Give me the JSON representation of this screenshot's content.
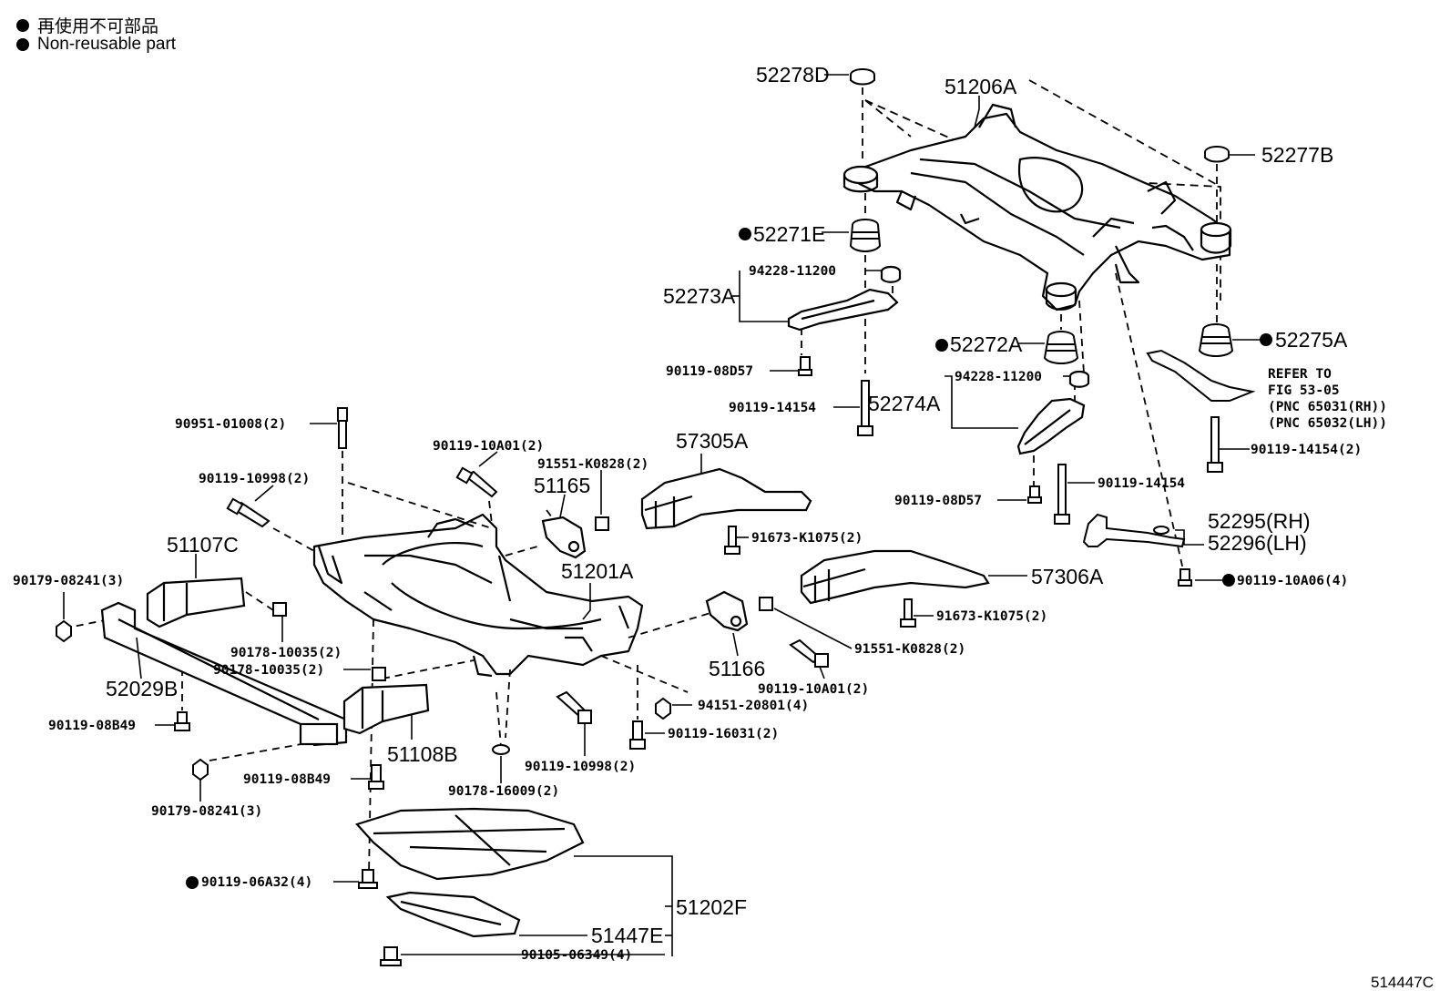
{
  "legend": {
    "ja": "再使用不可部品",
    "en": "Non-reusable part"
  },
  "figure_code": "514447C",
  "labels": [
    {
      "id": "52278D",
      "text": "52278D",
      "size": "big",
      "nonreusable": false
    },
    {
      "id": "51206A",
      "text": "51206A",
      "size": "big",
      "nonreusable": false
    },
    {
      "id": "52277B",
      "text": "52277B",
      "size": "big",
      "nonreusable": false
    },
    {
      "id": "52271E",
      "text": "52271E",
      "size": "big",
      "nonreusable": true
    },
    {
      "id": "94228-11200-a",
      "text": "94228-11200",
      "size": "small",
      "nonreusable": false
    },
    {
      "id": "52273A",
      "text": "52273A",
      "size": "big",
      "nonreusable": false
    },
    {
      "id": "52272A",
      "text": "52272A",
      "size": "big",
      "nonreusable": true
    },
    {
      "id": "52275A",
      "text": "52275A",
      "size": "big",
      "nonreusable": true
    },
    {
      "id": "90119-08D57-a",
      "text": "90119-08D57",
      "size": "small",
      "nonreusable": false
    },
    {
      "id": "94228-11200-b",
      "text": "94228-11200",
      "size": "small",
      "nonreusable": false
    },
    {
      "id": "refer1",
      "text": "REFER TO",
      "size": "small",
      "nonreusable": false
    },
    {
      "id": "refer2",
      "text": "FIG 53-05",
      "size": "small",
      "nonreusable": false
    },
    {
      "id": "refer3",
      "text": "(PNC 65031(RH))",
      "size": "small",
      "nonreusable": false
    },
    {
      "id": "refer4",
      "text": "(PNC 65032(LH))",
      "size": "small",
      "nonreusable": false
    },
    {
      "id": "90119-14154-a",
      "text": "90119-14154",
      "size": "small",
      "nonreusable": false
    },
    {
      "id": "52274A",
      "text": "52274A",
      "size": "big",
      "nonreusable": false
    },
    {
      "id": "90951-01008",
      "text": "90951-01008(2)",
      "size": "small",
      "nonreusable": false
    },
    {
      "id": "57305A",
      "text": "57305A",
      "size": "big",
      "nonreusable": false
    },
    {
      "id": "90119-14154-2",
      "text": "90119-14154(2)",
      "size": "small",
      "nonreusable": false
    },
    {
      "id": "90119-10A01-a",
      "text": "90119-10A01(2)",
      "size": "small",
      "nonreusable": false
    },
    {
      "id": "91551-K0828-a",
      "text": "91551-K0828(2)",
      "size": "small",
      "nonreusable": false
    },
    {
      "id": "90119-10998-a",
      "text": "90119-10998(2)",
      "size": "small",
      "nonreusable": false
    },
    {
      "id": "51165",
      "text": "51165",
      "size": "big",
      "nonreusable": false
    },
    {
      "id": "90119-14154-b",
      "text": "90119-14154",
      "size": "small",
      "nonreusable": false
    },
    {
      "id": "90119-08D57-b",
      "text": "90119-08D57",
      "size": "small",
      "nonreusable": false
    },
    {
      "id": "52295",
      "text": "52295(RH)",
      "size": "big",
      "nonreusable": false
    },
    {
      "id": "52296",
      "text": "52296(LH)",
      "size": "big",
      "nonreusable": false
    },
    {
      "id": "91673-K1075-a",
      "text": "91673-K1075(2)",
      "size": "small",
      "nonreusable": false
    },
    {
      "id": "51107C",
      "text": "51107C",
      "size": "big",
      "nonreusable": false
    },
    {
      "id": "90119-10A06",
      "text": "90119-10A06(4)",
      "size": "small",
      "nonreusable": true
    },
    {
      "id": "90179-08241-a",
      "text": "90179-08241(3)",
      "size": "small",
      "nonreusable": false
    },
    {
      "id": "51201A",
      "text": "51201A",
      "size": "big",
      "nonreusable": false
    },
    {
      "id": "57306A",
      "text": "57306A",
      "size": "big",
      "nonreusable": false
    },
    {
      "id": "91673-K1075-b",
      "text": "91673-K1075(2)",
      "size": "small",
      "nonreusable": false
    },
    {
      "id": "90178-10035-a",
      "text": "90178-10035(2)",
      "size": "small",
      "nonreusable": false
    },
    {
      "id": "91551-K0828-b",
      "text": "91551-K0828(2)",
      "size": "small",
      "nonreusable": false
    },
    {
      "id": "90178-10035-b",
      "text": "90178-10035(2)",
      "size": "small",
      "nonreusable": false
    },
    {
      "id": "51166",
      "text": "51166",
      "size": "big",
      "nonreusable": false
    },
    {
      "id": "52029B",
      "text": "52029B",
      "size": "big",
      "nonreusable": false
    },
    {
      "id": "90119-10A01-b",
      "text": "90119-10A01(2)",
      "size": "small",
      "nonreusable": false
    },
    {
      "id": "94151-20801",
      "text": "94151-20801(4)",
      "size": "small",
      "nonreusable": false
    },
    {
      "id": "90119-08B49-a",
      "text": "90119-08B49",
      "size": "small",
      "nonreusable": false
    },
    {
      "id": "90119-16031",
      "text": "90119-16031(2)",
      "size": "small",
      "nonreusable": false
    },
    {
      "id": "51108B",
      "text": "51108B",
      "size": "big",
      "nonreusable": false
    },
    {
      "id": "90119-10998-b",
      "text": "90119-10998(2)",
      "size": "small",
      "nonreusable": false
    },
    {
      "id": "90119-08B49-b",
      "text": "90119-08B49",
      "size": "small",
      "nonreusable": false
    },
    {
      "id": "90178-16009",
      "text": "90178-16009(2)",
      "size": "small",
      "nonreusable": false
    },
    {
      "id": "90179-08241-b",
      "text": "90179-08241(3)",
      "size": "small",
      "nonreusable": false
    },
    {
      "id": "90119-06A32",
      "text": "90119-06A32(4)",
      "size": "small",
      "nonreusable": true
    },
    {
      "id": "51202F",
      "text": "51202F",
      "size": "big",
      "nonreusable": false
    },
    {
      "id": "51447E",
      "text": "51447E",
      "size": "big",
      "nonreusable": false
    },
    {
      "id": "90105-06349",
      "text": "90105-06349(4)",
      "size": "small",
      "nonreusable": false
    }
  ]
}
